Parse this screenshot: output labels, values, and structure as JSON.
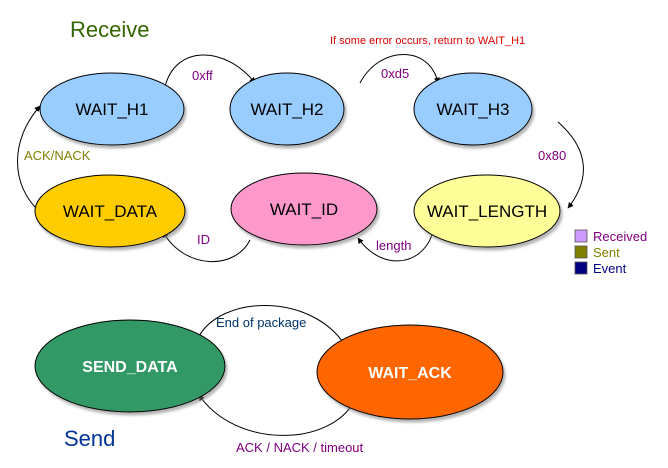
{
  "receive": {
    "title": "Receive",
    "title_color": "#336600",
    "note": "If some error occurs, return to WAIT_H1",
    "note_color": "#dd0000",
    "states": {
      "wait_h1": "WAIT_H1",
      "wait_h2": "WAIT_H2",
      "wait_h3": "WAIT_H3",
      "wait_data": "WAIT_DATA",
      "wait_id": "WAIT_ID",
      "wait_length": "WAIT_LENGTH"
    },
    "edges": {
      "h1_to_h2": "0xff",
      "h2_to_h3": "0xd5",
      "h3_to_length": "0x80",
      "length_to_id": "length",
      "id_to_data": "ID",
      "data_to_h1": "ACK/NACK"
    }
  },
  "send": {
    "title": "Send",
    "title_color": "#003399",
    "states": {
      "send_data": "SEND_DATA",
      "wait_ack": "WAIT_ACK"
    },
    "edges": {
      "data_to_ack": "End of package",
      "ack_to_data": "ACK / NACK / timeout"
    }
  },
  "legend": {
    "items": [
      {
        "label": "Received",
        "swatch": "#cc99ff",
        "color": "#800080"
      },
      {
        "label": "Sent",
        "swatch": "#808000",
        "color": "#808000"
      },
      {
        "label": "Event",
        "swatch": "#000080",
        "color": "#000080"
      }
    ]
  },
  "colors": {
    "blue_state": "#99ccff",
    "data_state": "#ffcc00",
    "id_state": "#ff99cc",
    "length_state": "#ffff99",
    "send_state": "#339966",
    "ack_state": "#ff6600",
    "received_text": "#800080",
    "sent_text": "#808000",
    "event_text": "#003366"
  }
}
